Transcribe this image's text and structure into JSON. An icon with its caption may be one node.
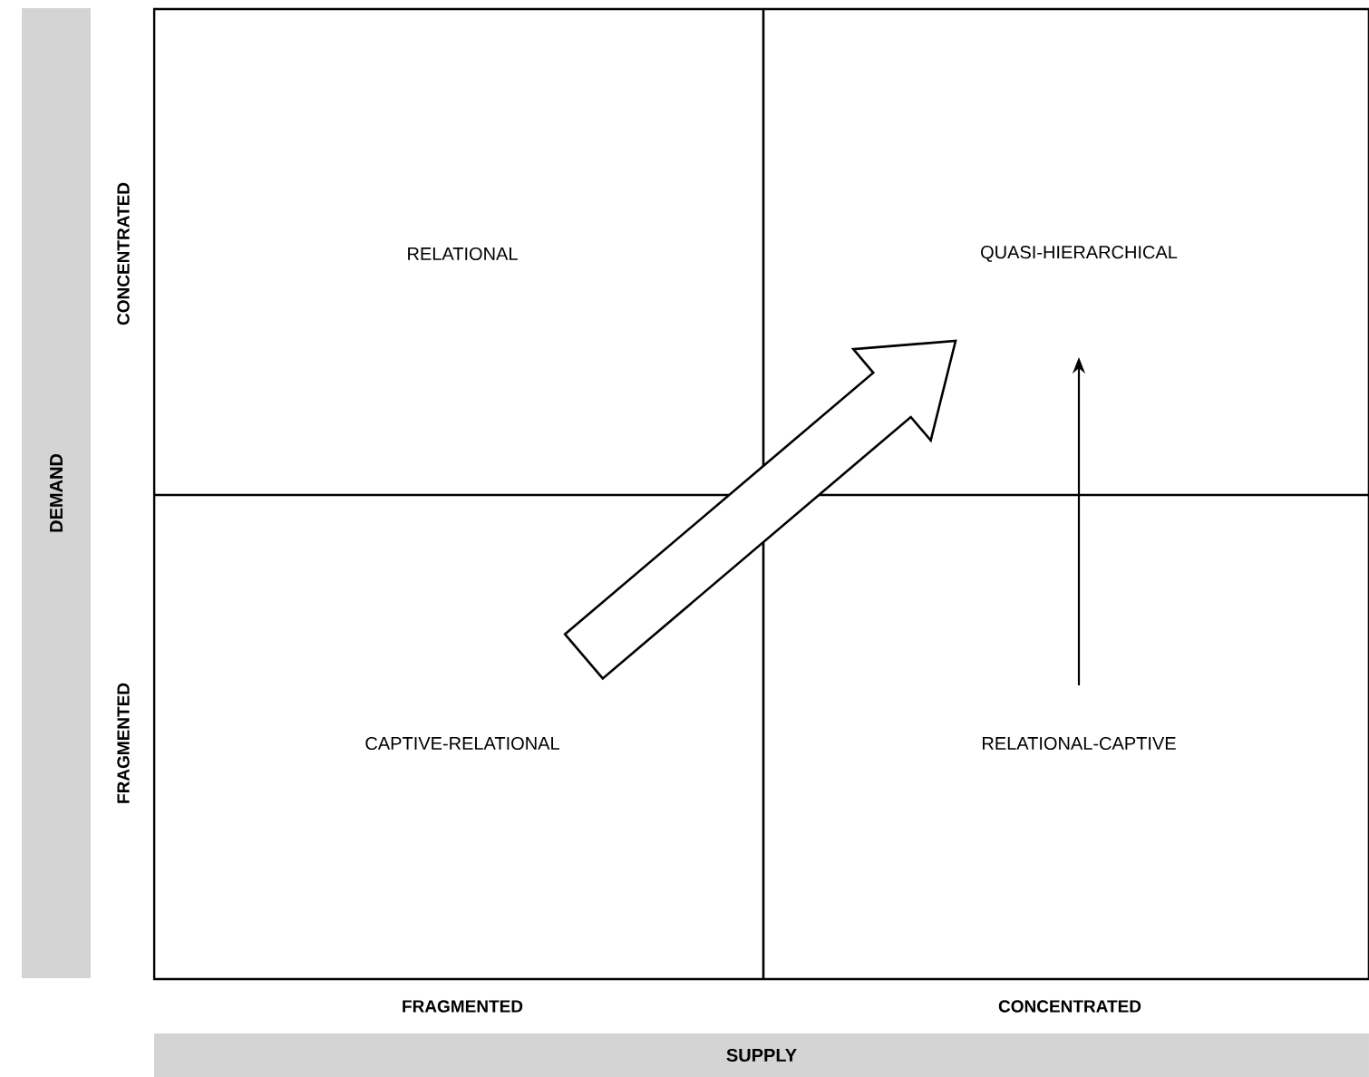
{
  "diagram": {
    "nodes": [
      {
        "text": [
          "RELATIONAL"
        ]
      },
      {
        "text": [
          "QUASI-HIERARCHICAL"
        ]
      },
      {
        "text": [
          "CAPTIVE-RELATIONAL"
        ]
      },
      {
        "text": [
          "RELATIONAL-CAPTIVE"
        ]
      },
      {
        "text": [
          "DEMAND"
        ]
      },
      {
        "text": [
          "SUPPLY"
        ]
      }
    ],
    "edges": [
      {
        "from": 2,
        "to": 1,
        "arrow": "to",
        "style": "thick"
      },
      {
        "from": 3,
        "to": 1,
        "arrow": "to"
      }
    ],
    "labels": [
      "CONCENTRATED",
      "FRAGMENTED",
      "FRAGMENTED",
      "CONCENTRATED"
    ]
  }
}
